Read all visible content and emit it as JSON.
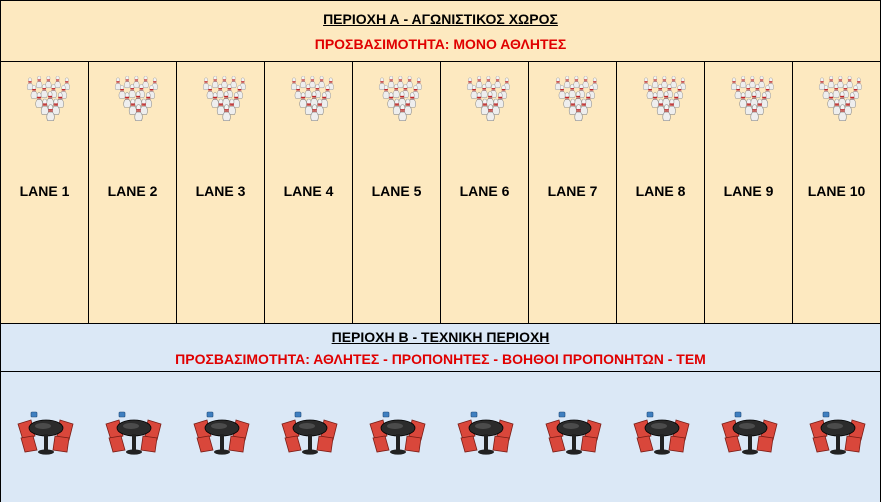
{
  "zone_a": {
    "title": "ΠΕΡΙΟΧΗ Α - ΑΓΩΝΙΣΤΙΚΟΣ ΧΩΡΟΣ",
    "access": "ΠΡΟΣΒΑΣΙΜΟΤΗΤΑ: ΜΟΝΟ ΑΘΛΗΤΕΣ",
    "background": "#fde9c0",
    "lanes": [
      {
        "label": "LANE 1",
        "icon": "bowling-pins-icon"
      },
      {
        "label": "LANE 2",
        "icon": "bowling-pins-icon"
      },
      {
        "label": "LANE 3",
        "icon": "bowling-pins-icon"
      },
      {
        "label": "LANE 4",
        "icon": "bowling-pins-icon"
      },
      {
        "label": "LANE 5",
        "icon": "bowling-pins-icon"
      },
      {
        "label": "LANE 6",
        "icon": "bowling-pins-icon"
      },
      {
        "label": "LANE 7",
        "icon": "bowling-pins-icon"
      },
      {
        "label": "LANE 8",
        "icon": "bowling-pins-icon"
      },
      {
        "label": "LANE 9",
        "icon": "bowling-pins-icon"
      },
      {
        "label": "LANE 10",
        "icon": "bowling-pins-icon"
      }
    ]
  },
  "zone_b": {
    "title": "ΠΕΡΙΟΧΗ Β - ΤΕΧΝΙΚΗ ΠΕΡΙΟΧΗ",
    "access": "ΠΡΟΣΒΑΣΙΜΟΤΗΤΑ: ΑΘΛΗΤΕΣ - ΠΡΟΠΟΝΗΤΕΣ - ΒΟΗΘΟΙ ΠΡΟΠΟΝΗΤΩΝ - ΤΕΜ",
    "background": "#dbe8f6",
    "table_icon": "table-and-chairs-icon",
    "table_count": 10
  },
  "colors": {
    "title_text": "#000000",
    "access_text": "#e00000",
    "pin_stripe": "#c0262b",
    "chair": "#d9473b",
    "table_top": "#2b2b2b"
  }
}
